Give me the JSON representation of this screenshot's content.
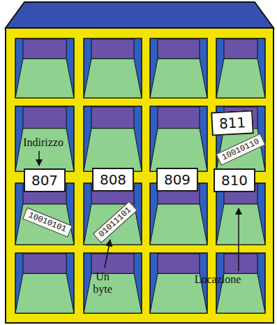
{
  "diagram": {
    "nodes": [
      {
        "text": [
          "807"
        ]
      },
      {
        "text": [
          "808"
        ]
      },
      {
        "text": [
          "809"
        ]
      },
      {
        "text": [
          "810"
        ]
      },
      {
        "text": [
          "811"
        ]
      },
      {
        "text": [
          "10010101"
        ]
      },
      {
        "text": [
          "01011101"
        ]
      },
      {
        "text": [
          "10010110"
        ]
      }
    ],
    "labels": [
      "Indirizzo",
      "Un byte",
      "Locazione"
    ]
  }
}
